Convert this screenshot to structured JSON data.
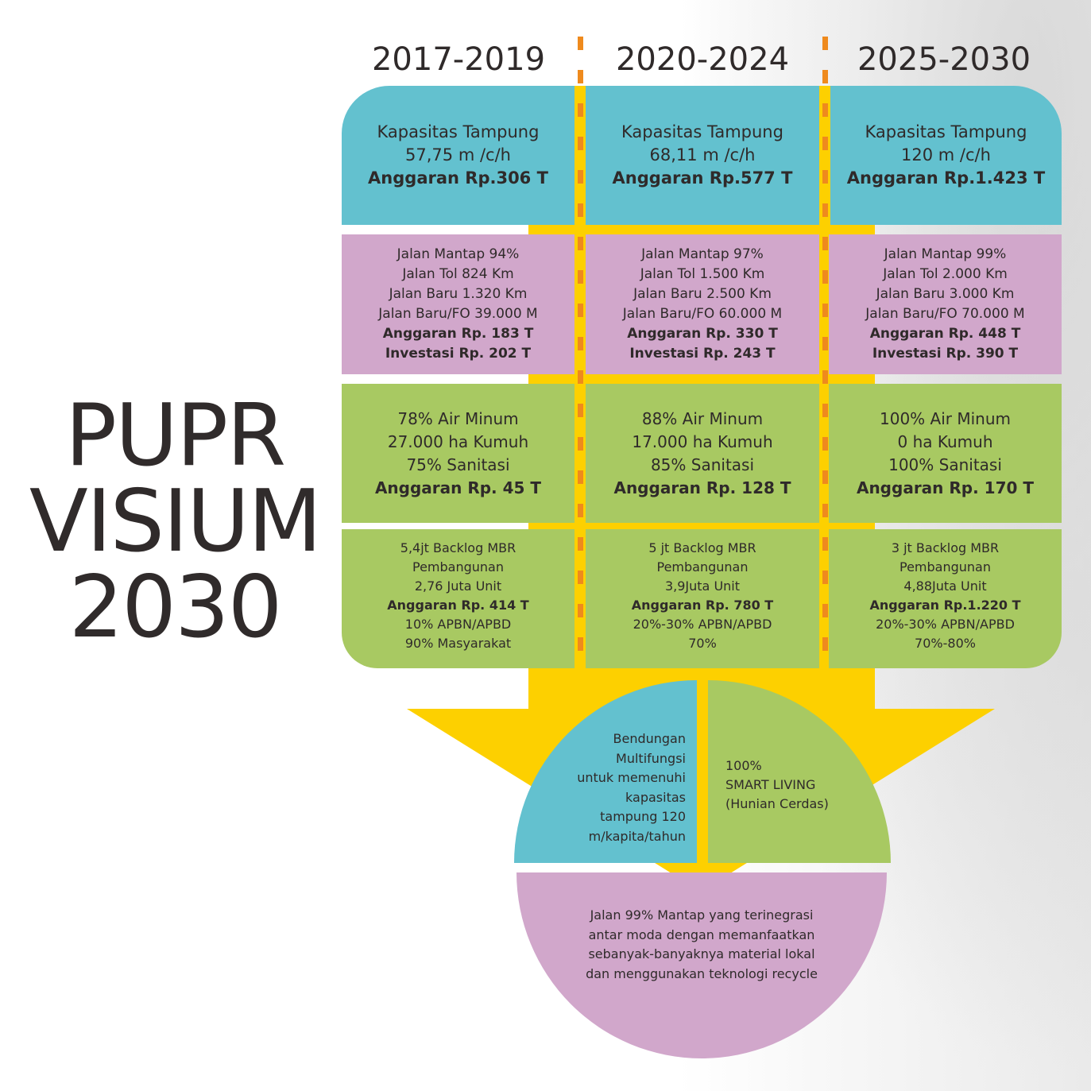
{
  "title": {
    "line1": "PUPR",
    "line2": "VISIUM",
    "line3": "2030"
  },
  "periods": [
    {
      "label": "2017-2019",
      "water": {
        "line1": "Kapasitas Tampung",
        "line2": "57,75 m /c/h",
        "budget": "Anggaran Rp.306 T"
      },
      "roads": {
        "line1": "Jalan Mantap 94%",
        "line2": "Jalan Tol 824 Km",
        "line3": "Jalan Baru 1.320 Km",
        "line4": "Jalan Baru/FO 39.000 M",
        "budget": "Anggaran Rp. 183 T",
        "investment": "Investasi Rp. 202 T"
      },
      "settlement": {
        "line1": "78% Air Minum",
        "line2": "27.000 ha Kumuh",
        "line3": "75% Sanitasi",
        "budget": "Anggaran Rp. 45 T"
      },
      "housing": {
        "line1": "5,4jt Backlog MBR",
        "line2": "Pembangunan",
        "line3": "2,76 Juta Unit",
        "budget": "Anggaran Rp. 414 T",
        "line5": "10% APBN/APBD",
        "line6": "90% Masyarakat"
      }
    },
    {
      "label": "2020-2024",
      "water": {
        "line1": "Kapasitas Tampung",
        "line2": "68,11 m /c/h",
        "budget": "Anggaran Rp.577 T"
      },
      "roads": {
        "line1": "Jalan Mantap 97%",
        "line2": "Jalan Tol 1.500 Km",
        "line3": "Jalan Baru 2.500 Km",
        "line4": "Jalan Baru/FO 60.000 M",
        "budget": "Anggaran Rp. 330 T",
        "investment": "Investasi Rp. 243 T"
      },
      "settlement": {
        "line1": "88% Air Minum",
        "line2": "17.000 ha Kumuh",
        "line3": "85% Sanitasi",
        "budget": "Anggaran Rp. 128 T"
      },
      "housing": {
        "line1": "5 jt Backlog MBR",
        "line2": "Pembangunan",
        "line3": "3,9Juta Unit",
        "budget": "Anggaran Rp. 780 T",
        "line5": "20%-30% APBN/APBD",
        "line6": "70%"
      }
    },
    {
      "label": "2025-2030",
      "water": {
        "line1": "Kapasitas Tampung",
        "line2": "120 m /c/h",
        "budget": "Anggaran Rp.1.423 T"
      },
      "roads": {
        "line1": "Jalan Mantap 99%",
        "line2": "Jalan Tol 2.000 Km",
        "line3": "Jalan Baru 3.000 Km",
        "line4": "Jalan Baru/FO 70.000 M",
        "budget": "Anggaran Rp. 448 T",
        "investment": "Investasi Rp. 390 T"
      },
      "settlement": {
        "line1": "100% Air Minum",
        "line2": "0 ha Kumuh",
        "line3": "100% Sanitasi",
        "budget": "Anggaran Rp. 170 T"
      },
      "housing": {
        "line1": "3 jt Backlog MBR",
        "line2": "Pembangunan",
        "line3": "4,88Juta Unit",
        "budget": "Anggaran Rp.1.220 T",
        "line5": "20%-30% APBN/APBD",
        "line6": "70%-80%"
      }
    }
  ],
  "outcome": {
    "water": {
      "line1": "Bendungan",
      "line2": "Multifungsi",
      "line3": "untuk memenuhi",
      "line4": "kapasitas",
      "line5": "tampung 120",
      "line6": "m/kapita/tahun"
    },
    "housing": {
      "line1": "100%",
      "line2": "SMART LIVING",
      "line3": "(Hunian Cerdas)"
    },
    "roads": {
      "line1": "Jalan 99% Mantap yang terinegrasi",
      "line2": "antar moda dengan memanfaatkan",
      "line3": "sebanyak-banyaknya material lokal",
      "line4": "dan menggunakan teknologi recycle"
    }
  },
  "colors": {
    "water": "#63c1cf",
    "roads": "#d1a7cb",
    "settlement": "#a8c962",
    "arrow": "#fdd000",
    "divider_dash": "#ef8a1d",
    "text": "#2f2a2a"
  }
}
